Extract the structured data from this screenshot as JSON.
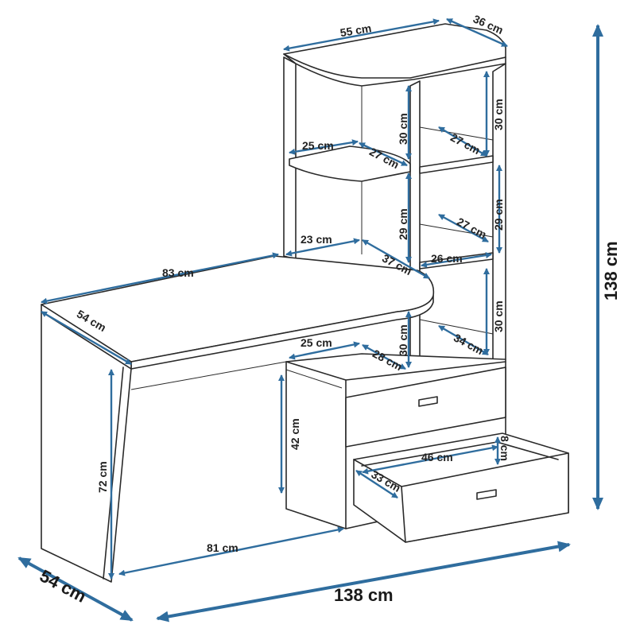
{
  "colors": {
    "dimension": "#2f6d9e",
    "outline": "#2a2a2a",
    "text": "#222222"
  },
  "dimensions": {
    "shelf_top_width": "55 cm",
    "shelf_top_depth": "36 cm",
    "overall_height": "138 cm",
    "overall_width": "138 cm",
    "overall_depth": "54 cm",
    "desk_width": "83 cm",
    "desk_depth": "54 cm",
    "desk_height": "72 cm",
    "knee_space": "81 cm",
    "cabinet_height": "42 cm",
    "upper_shelf_width": "25 cm",
    "upper_shelf_depth": "27 cm",
    "upper_left_height": "30 cm",
    "upper_right_height": "30 cm",
    "upper_right_depth": "27 cm",
    "mid_left_height": "29 cm",
    "mid_right_height": "29 cm",
    "mid_right_depth": "27 cm",
    "mid_right_width": "26 cm",
    "lower_left_width": "23 cm",
    "lower_left_depth": "37 cm",
    "lower_right_height": "30 cm",
    "under_desk_width": "25 cm",
    "under_desk_depth": "28 cm",
    "under_desk_height": "30 cm",
    "bottom_right_depth": "34 cm",
    "drawer_width": "46 cm",
    "drawer_depth": "33 cm",
    "drawer_height": "8 cm"
  }
}
